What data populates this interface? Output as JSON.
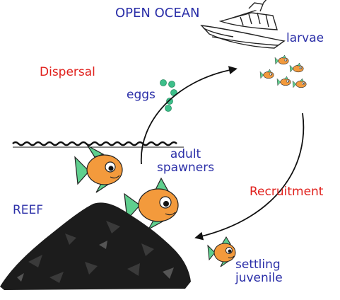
{
  "labels": {
    "open_ocean": "OPEN OCEAN",
    "larvae": "larvae",
    "dispersal": "Dispersal",
    "eggs": "eggs",
    "adult_line1": "adult",
    "adult_line2": "spawners",
    "recruitment": "Recruitment",
    "reef": "REEF",
    "settling_line1": "settling",
    "settling_line2": "juvenile"
  },
  "colors": {
    "text_blue": "#2b2fa8",
    "text_red": "#e0201c",
    "fish_orange": "#f39a3c",
    "fin_green": "#5fcf8e",
    "egg_green": "#3dbf8a",
    "reef_black": "#1c1c1c"
  }
}
